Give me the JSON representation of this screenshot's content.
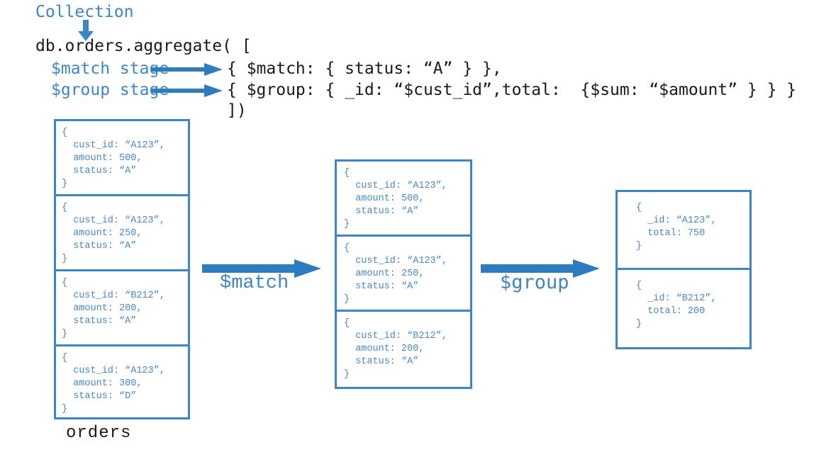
{
  "accent_color": "#3d85c6",
  "doc_text_color": "#4a86c8",
  "code_color": "#1a1a1a",
  "header": {
    "collection_label": "Collection",
    "collection_arrow_icon": "down-arrow-icon",
    "query_line": "db.orders.aggregate( [",
    "match_stage_label": "$match stage",
    "group_stage_label": "$group stage",
    "match_stage_arrow_icon": "right-arrow-icon",
    "group_stage_arrow_icon": "right-arrow-icon",
    "match_stage_code": "{ $match: { status: “A” } },",
    "group_stage_code": "{ $group: { _id: “$cust_id”,total:  {$sum: “$amount” } } }",
    "closing_line": "])"
  },
  "tables": {
    "orders": {
      "caption": "orders",
      "documents": [
        {
          "open": "{",
          "fields": [
            "cust_id: “A123”,",
            "amount: 500,",
            "status: “A”"
          ],
          "close": "}"
        },
        {
          "open": "{",
          "fields": [
            "cust_id: “A123”,",
            "amount: 250,",
            "status: “A”"
          ],
          "close": "}"
        },
        {
          "open": "{",
          "fields": [
            "cust_id: “B212”,",
            "amount: 200,",
            "status: “A”"
          ],
          "close": "}"
        },
        {
          "open": "{",
          "fields": [
            "cust_id: “A123”,",
            "amount: 300,",
            "status: “D”"
          ],
          "close": "}"
        }
      ]
    },
    "matched": {
      "documents": [
        {
          "open": "{",
          "fields": [
            "cust_id: “A123”,",
            "amount: 500,",
            "status: “A”"
          ],
          "close": "}"
        },
        {
          "open": "{",
          "fields": [
            "cust_id: “A123”,",
            "amount: 250,",
            "status: “A”"
          ],
          "close": "}"
        },
        {
          "open": "{",
          "fields": [
            "cust_id: “B212”,",
            "amount: 200,",
            "status: “A”"
          ],
          "close": "}"
        }
      ]
    },
    "grouped": {
      "documents": [
        {
          "open": "{",
          "fields": [
            "_id: “A123”,",
            "total: 750"
          ],
          "close": "}"
        },
        {
          "open": "{",
          "fields": [
            "_id: “B212”,",
            "total: 200"
          ],
          "close": "}"
        }
      ]
    }
  },
  "flow": {
    "match_label": "$match",
    "group_label": "$group",
    "match_arrow_icon": "right-arrow-icon",
    "group_arrow_icon": "right-arrow-icon"
  }
}
